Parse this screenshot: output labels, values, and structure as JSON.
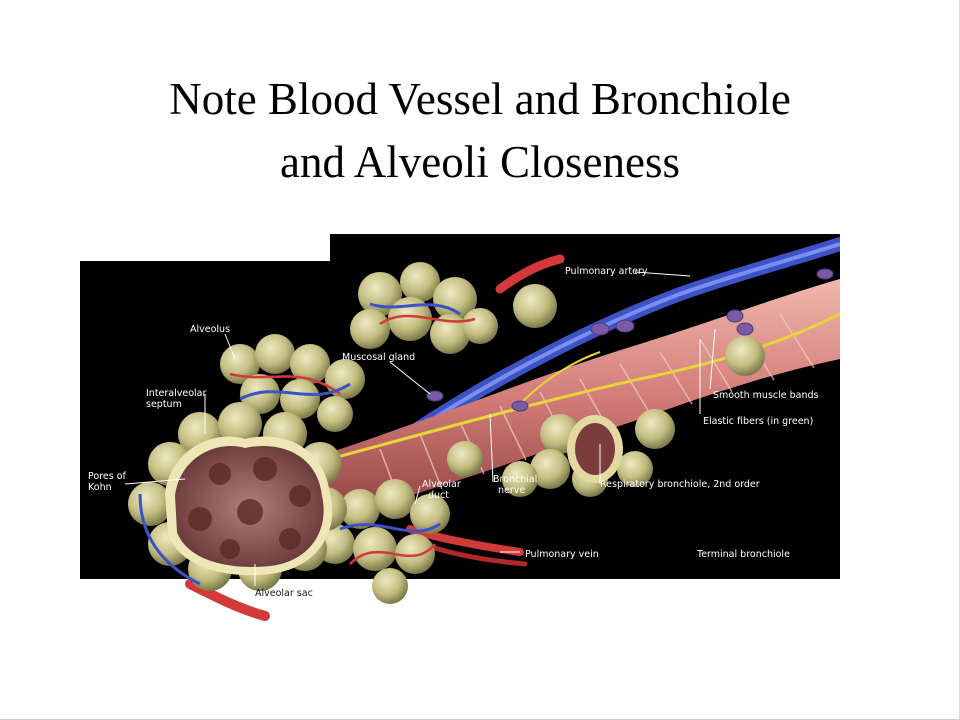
{
  "slide": {
    "title_line1": "Note Blood Vessel and Bronchiole",
    "title_line2": "and Alveoli Closeness"
  },
  "figure": {
    "labels": {
      "pulmonary_artery": "Pulmonary artery",
      "alveolus": "Alveolus",
      "mucosal_gland": "Muscosal gland",
      "interalveolar_septum_1": "Interalveolar",
      "interalveolar_septum_2": "septum",
      "pores_of_kohn_1": "Pores of",
      "pores_of_kohn_2": "Kohn",
      "alveolar_duct_1": "Alveolar",
      "alveolar_duct_2": "duct",
      "bronchial_nerve_1": "Bronchial",
      "bronchial_nerve_2": "nerve",
      "respiratory_bronchiole": "Respiratory bronchiole, 2nd order",
      "smooth_muscle_bands": "Smooth muscle bands",
      "elastic_fibers": "Elastic fibers (in green)",
      "pulmonary_vein": "Pulmonary vein",
      "terminal_bronchiole": "Terminal bronchiole",
      "alveolar_sac": "Alveolar sac"
    },
    "colors": {
      "background": "#000000",
      "alveoli": "#c9c58e",
      "artery": "#4a5ed0",
      "vessel_red": "#d23a3a",
      "bronchiole": "#d98a86",
      "nerve": "#e8d33a",
      "sac_interior": "#8a5a5a"
    }
  }
}
